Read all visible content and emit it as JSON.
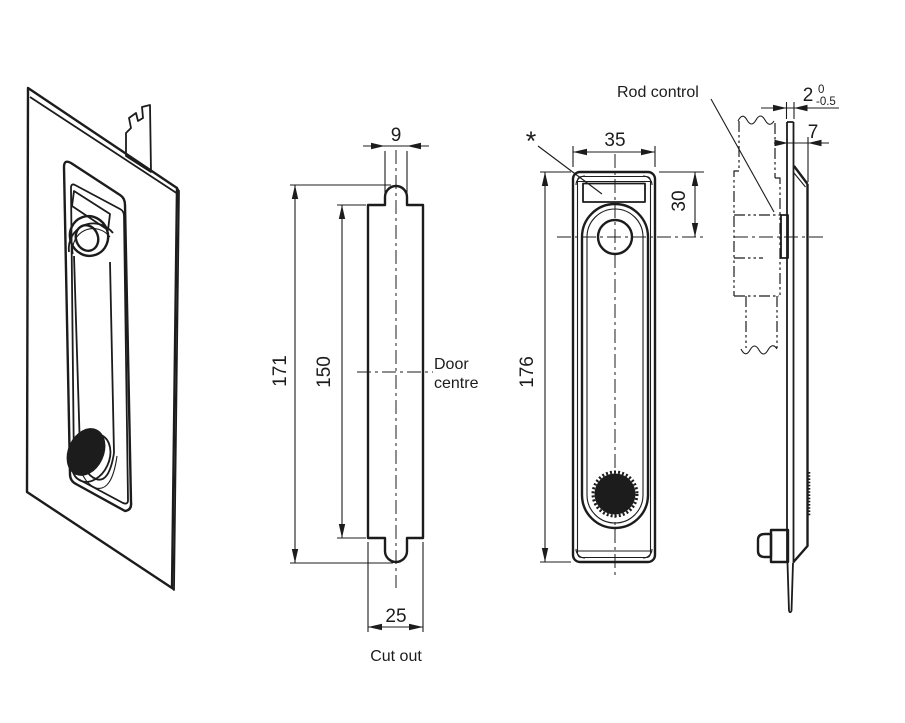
{
  "meta": {
    "type": "technical-drawing",
    "subject": "recessed swinghandle with rod control - installation drawing",
    "colors": {
      "background": "#ffffff",
      "line": "#1c1c1c",
      "knob_fill": "#111111"
    }
  },
  "views": {
    "cutout": {
      "dim_slot_width": "9",
      "dim_total_height": "171",
      "dim_body_height": "150",
      "dim_width": "25",
      "door_centre_line1": "Door",
      "door_centre_line2": "centre",
      "caption": "Cut out"
    },
    "front": {
      "dim_width": "35",
      "dim_top_to_axis": "30",
      "dim_height": "176",
      "asterisk_marker": "*"
    },
    "side": {
      "dim_plate_thickness": "2",
      "tol_upper": "0",
      "tol_lower": "-0.5",
      "dim_protrusion": "7",
      "rod_control_label": "Rod control"
    }
  }
}
